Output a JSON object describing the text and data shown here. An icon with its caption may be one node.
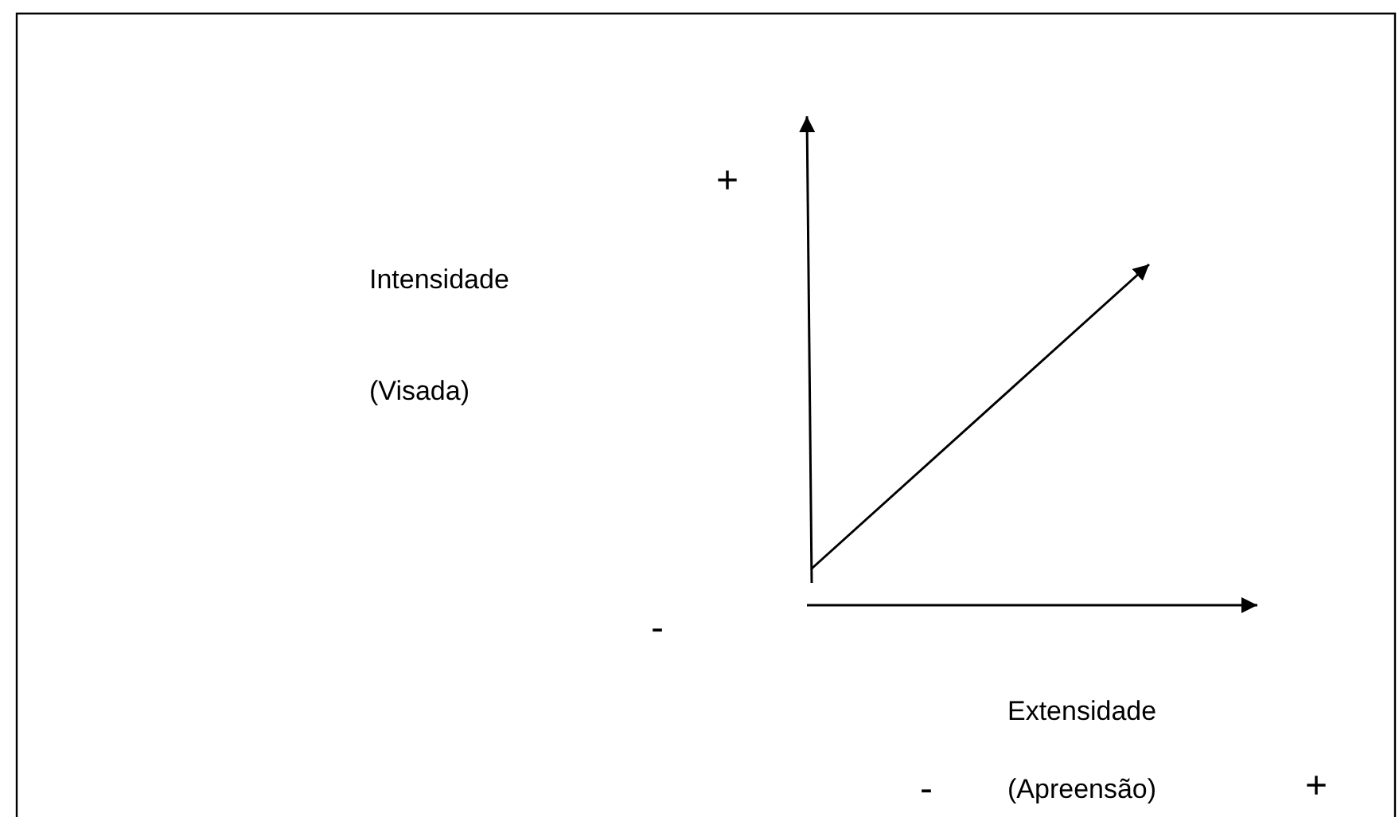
{
  "diagram": {
    "labels": [
      "+",
      "Intensidade",
      "(Visada)",
      "-",
      "Extensidade",
      "-",
      "(Apreensão)",
      "+"
    ]
  }
}
